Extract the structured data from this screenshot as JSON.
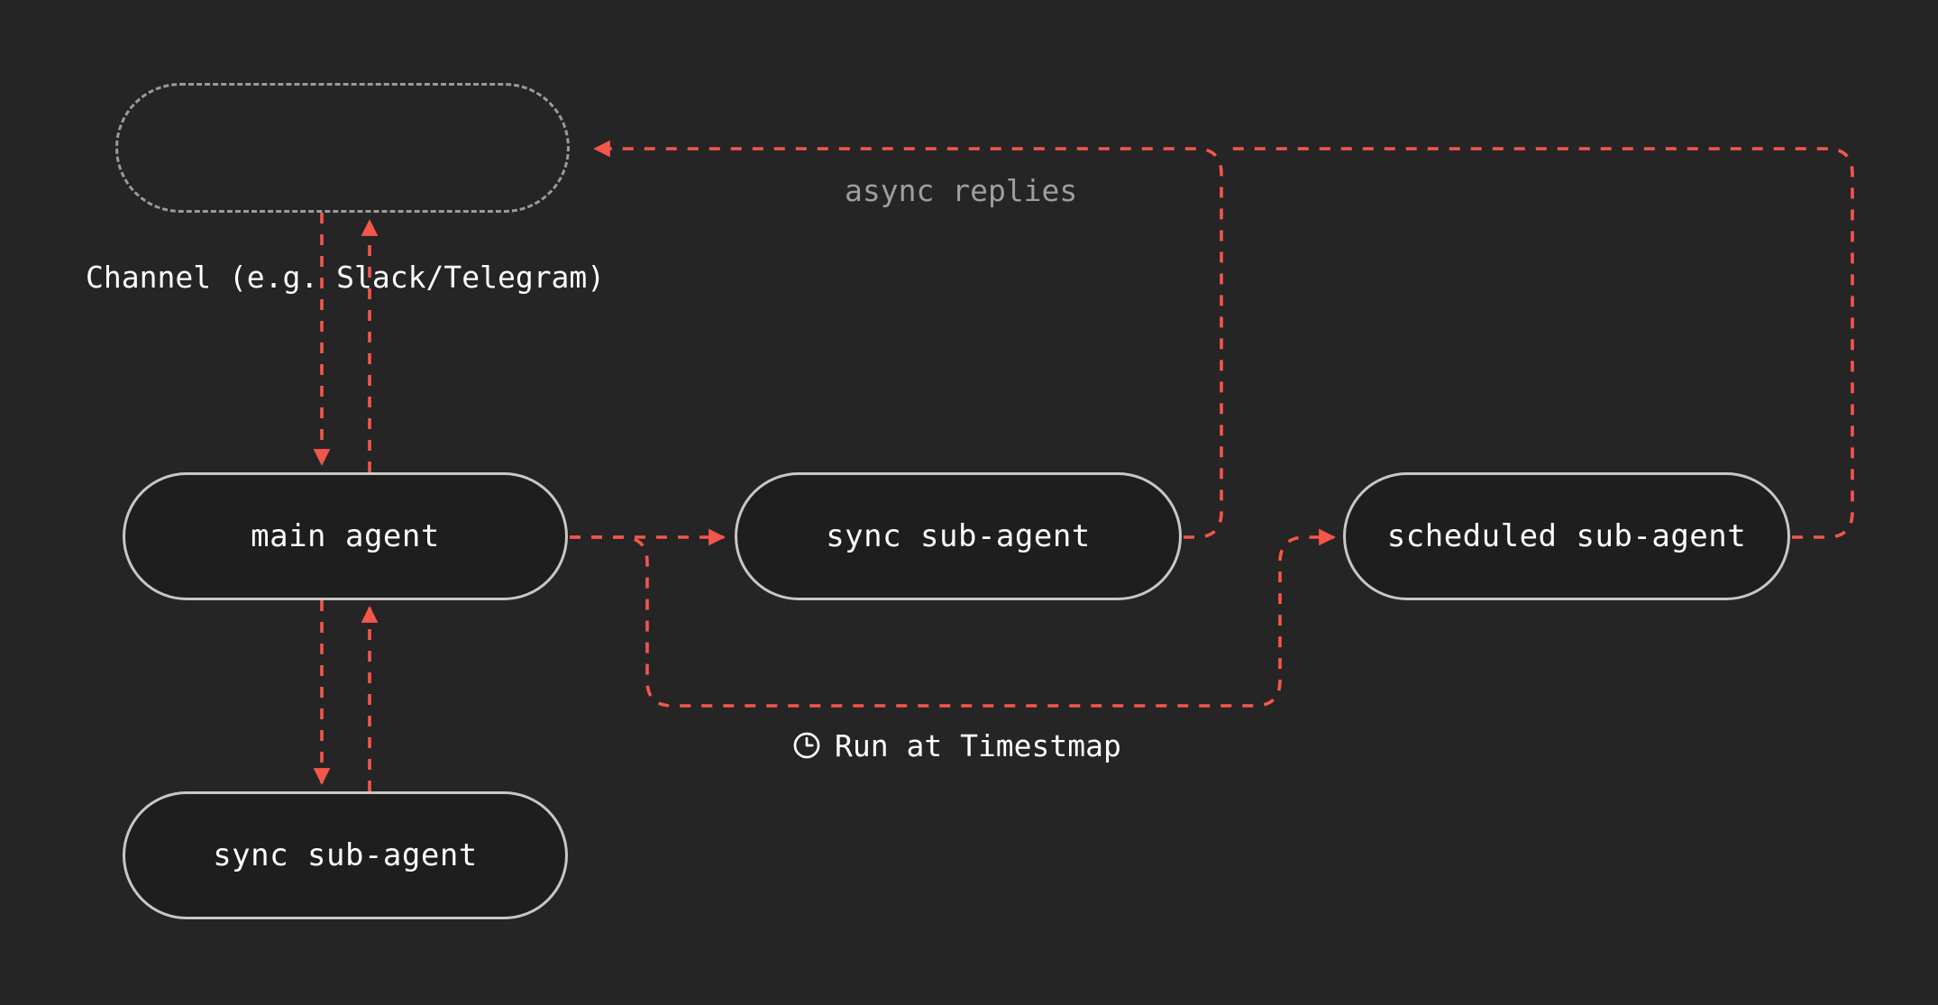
{
  "diagram": {
    "type": "flowchart",
    "background_color": "#252525",
    "node_border_color": "#c9c7c5",
    "node_fill_color": "#1e1e1e",
    "edge_color": "#f4564b",
    "muted_text_color": "#9e9e9e",
    "text_color": "#ffffff",
    "nodes": [
      {
        "id": "channel",
        "label": "",
        "shape": "stadium-dashed"
      },
      {
        "id": "main_agent",
        "label": "main agent",
        "shape": "stadium"
      },
      {
        "id": "sync_sub_right",
        "label": "sync sub-agent",
        "shape": "stadium"
      },
      {
        "id": "scheduled_sub",
        "label": "scheduled sub-agent",
        "shape": "stadium"
      },
      {
        "id": "sync_sub_bottom",
        "label": "sync sub-agent",
        "shape": "stadium"
      }
    ],
    "labels": {
      "channel_caption": "Channel (e.g. Slack/Telegram)",
      "async_replies": "async replies",
      "run_at_timestamp": "Run at Timestmap",
      "clock_icon_name": "clock-icon"
    },
    "edges": [
      {
        "from": "channel",
        "to": "main_agent",
        "style": "dashed",
        "arrow": "down"
      },
      {
        "from": "main_agent",
        "to": "channel",
        "style": "dashed",
        "arrow": "up"
      },
      {
        "from": "main_agent",
        "to": "sync_sub_bottom",
        "style": "dashed",
        "arrow": "down"
      },
      {
        "from": "sync_sub_bottom",
        "to": "main_agent",
        "style": "dashed",
        "arrow": "up"
      },
      {
        "from": "main_agent",
        "to": "sync_sub_right",
        "style": "dashed",
        "arrow": "right"
      },
      {
        "from": "main_agent",
        "to": "scheduled_sub",
        "style": "dashed",
        "arrow": "right",
        "label": "Run at Timestmap"
      },
      {
        "from": "sync_sub_right",
        "to": "channel",
        "style": "dashed",
        "arrow": "left",
        "label": "async replies"
      },
      {
        "from": "scheduled_sub",
        "to": "channel",
        "style": "dashed",
        "arrow": "left",
        "label": "async replies"
      }
    ]
  }
}
